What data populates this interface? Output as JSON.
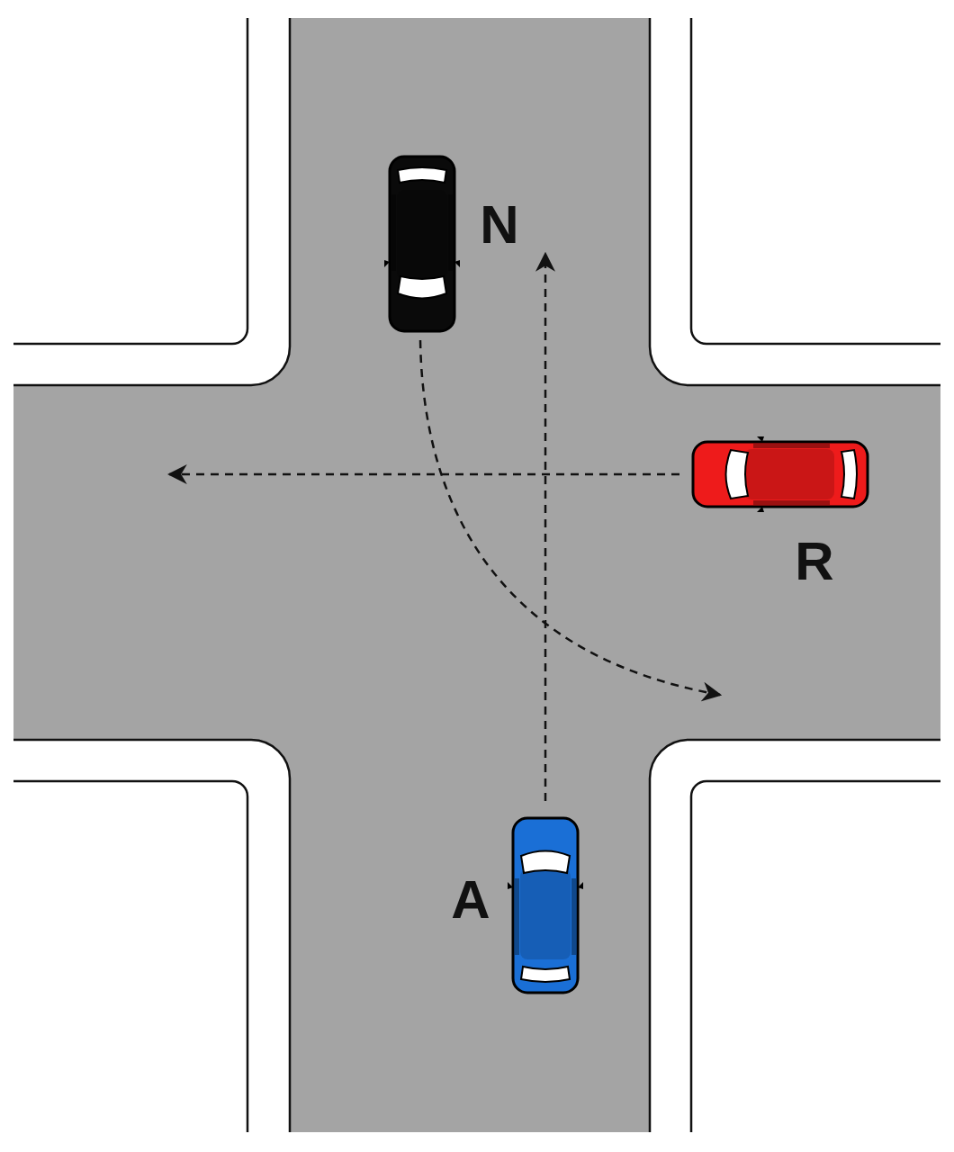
{
  "diagram": {
    "labels": [
      "N",
      "R",
      "A"
    ]
  }
}
